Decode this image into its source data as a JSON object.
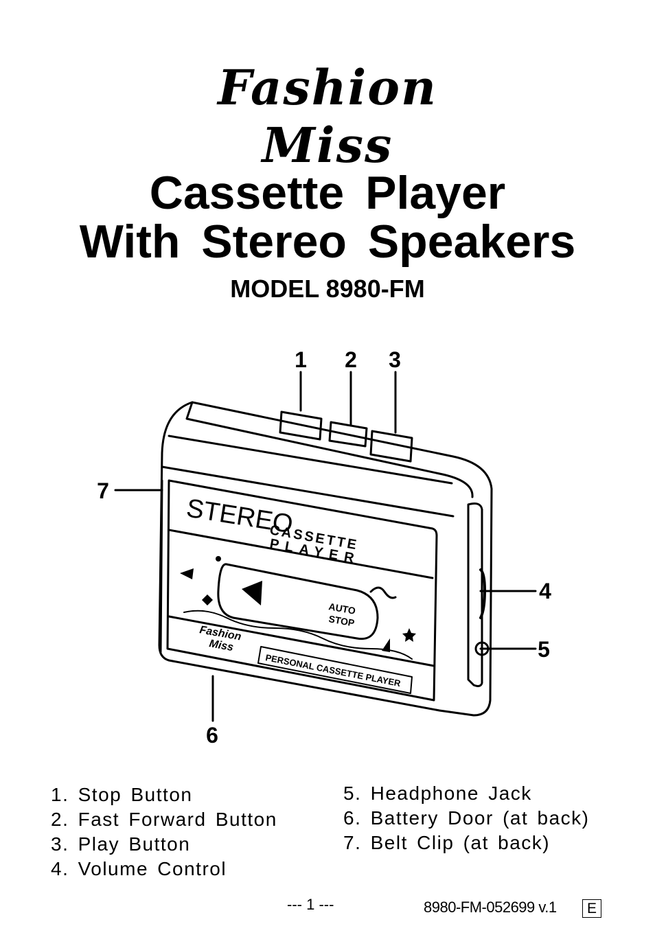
{
  "brand": {
    "line1": "Fashion",
    "line2": "Miss"
  },
  "title": {
    "line1": "Cassette Player",
    "line2": "With Stereo Speakers"
  },
  "model": "MODEL 8980-FM",
  "diagram": {
    "callouts": [
      "1",
      "2",
      "3",
      "4",
      "5",
      "6",
      "7"
    ],
    "device_text": {
      "stereo": "STEREO",
      "cassette": "CASSETTE",
      "player": "PLAYER",
      "auto": "AUTO",
      "stop": "STOP",
      "brand1": "Fashion",
      "brand2": "Miss",
      "strip": "PERSONAL CASSETTE PLAYER"
    }
  },
  "legend": {
    "left": [
      "1. Stop Button",
      "2. Fast Forward Button",
      "3. Play Button",
      "4. Volume Control"
    ],
    "right": [
      "5. Headphone Jack",
      "6. Battery Door (at back)",
      "7. Belt Clip (at back)"
    ]
  },
  "footer": {
    "page": "--- 1 ---",
    "code": "8980-FM-052699 v.1",
    "lang": "E"
  }
}
